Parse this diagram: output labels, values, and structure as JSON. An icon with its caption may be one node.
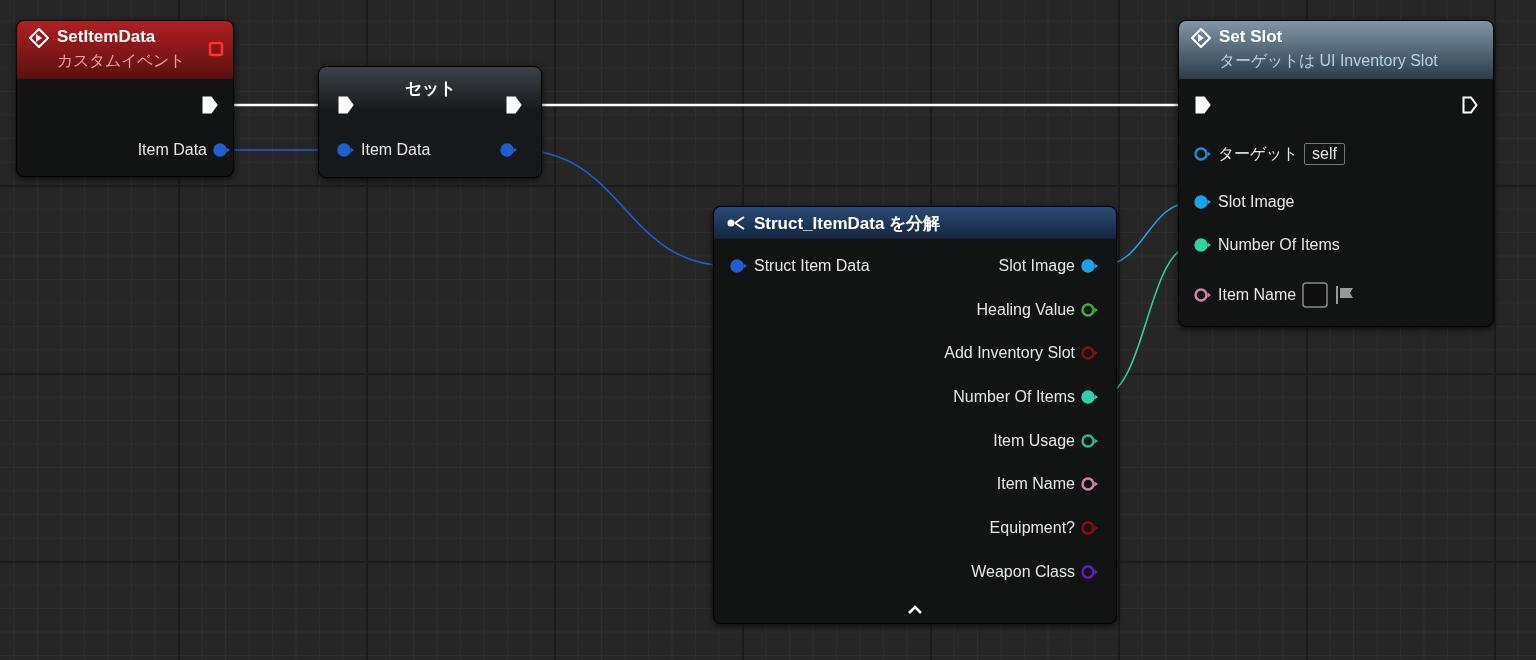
{
  "diagram": {
    "nodes": [
      {
        "text": [
          "SetItemData",
          "カスタムイベント"
        ]
      },
      {
        "text": [],
        "shape": "pentagon",
        "in": 0
      },
      {
        "text": [
          "Item Data"
        ],
        "in": 0
      },
      {
        "text": [
          "セット"
        ]
      },
      {
        "text": [],
        "shape": "pentagon",
        "in": 3
      },
      {
        "text": [],
        "shape": "pentagon",
        "in": 3
      },
      {
        "text": [
          "Item Data"
        ],
        "in": 3
      },
      {
        "text": [],
        "shape": "circle",
        "in": 3
      },
      {
        "text": [
          "Set Slot",
          "ターゲットは UI Inventory Slot"
        ]
      },
      {
        "text": [],
        "shape": "pentagon",
        "in": 8
      },
      {
        "text": [],
        "shape": "pentagon",
        "in": 8
      },
      {
        "text": [
          "ターゲット",
          "self"
        ],
        "in": 8
      },
      {
        "text": [
          "Slot Image"
        ],
        "in": 8
      },
      {
        "text": [
          "Number Of Items"
        ],
        "in": 8
      },
      {
        "text": [
          "Item Name"
        ],
        "in": 8
      },
      {
        "text": [
          "Struct_ItemData を分解"
        ]
      },
      {
        "text": [
          "Struct Item Data"
        ],
        "in": 15
      },
      {
        "text": [
          "Slot Image"
        ],
        "in": 15
      },
      {
        "text": [
          "Healing Value"
        ],
        "in": 15
      },
      {
        "text": [
          "Add Inventory Slot"
        ],
        "in": 15
      },
      {
        "text": [
          "Number Of Items"
        ],
        "in": 15
      },
      {
        "text": [
          "Item Usage"
        ],
        "in": 15
      },
      {
        "text": [
          "Item Name"
        ],
        "in": 15
      },
      {
        "text": [
          "Equipment?"
        ],
        "in": 15
      },
      {
        "text": [
          "Weapon Class"
        ],
        "in": 15
      }
    ],
    "edges": [
      {
        "from": 1,
        "to": 4,
        "arrow": "none",
        "color": "#ffffff"
      },
      {
        "from": 2,
        "to": 6,
        "arrow": "none",
        "color": "#1f5fd0"
      },
      {
        "from": 5,
        "to": 9,
        "arrow": "none",
        "color": "#ffffff"
      },
      {
        "from": 7,
        "to": 16,
        "arrow": "none",
        "color": "#1f5fd0"
      },
      {
        "from": 17,
        "to": 12,
        "arrow": "none",
        "color": "#18a4ea"
      },
      {
        "from": 20,
        "to": 13,
        "arrow": "none",
        "color": "#2fd3a3"
      }
    ]
  }
}
